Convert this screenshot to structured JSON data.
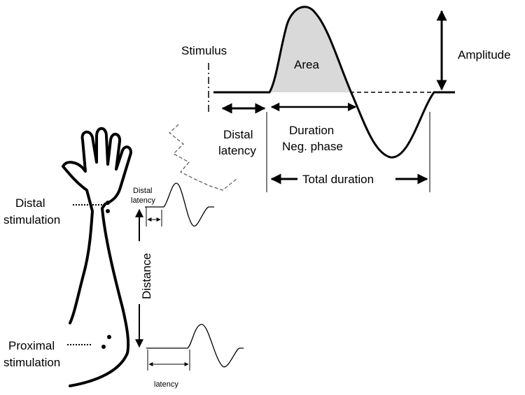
{
  "labels": {
    "stimulus": "Stimulus",
    "area": "Area",
    "amplitude": "Amplitude",
    "distal_latency_line1": "Distal",
    "distal_latency_line2": "latency",
    "duration_line1": "Duration",
    "duration_line2": "Neg. phase",
    "total_duration": "Total duration",
    "distal_stim_line1": "Distal",
    "distal_stim_line2": "stimulation",
    "proximal_stim_line1": "Proximal",
    "proximal_stim_line2": "stimulation",
    "distance": "Distance",
    "small_distal_latency_line1": "Distal",
    "small_distal_latency_line2": "latency",
    "small_latency": "latency"
  },
  "colors": {
    "line": "#000000",
    "area_fill": "#d9d9d9",
    "background": "#ffffff"
  }
}
